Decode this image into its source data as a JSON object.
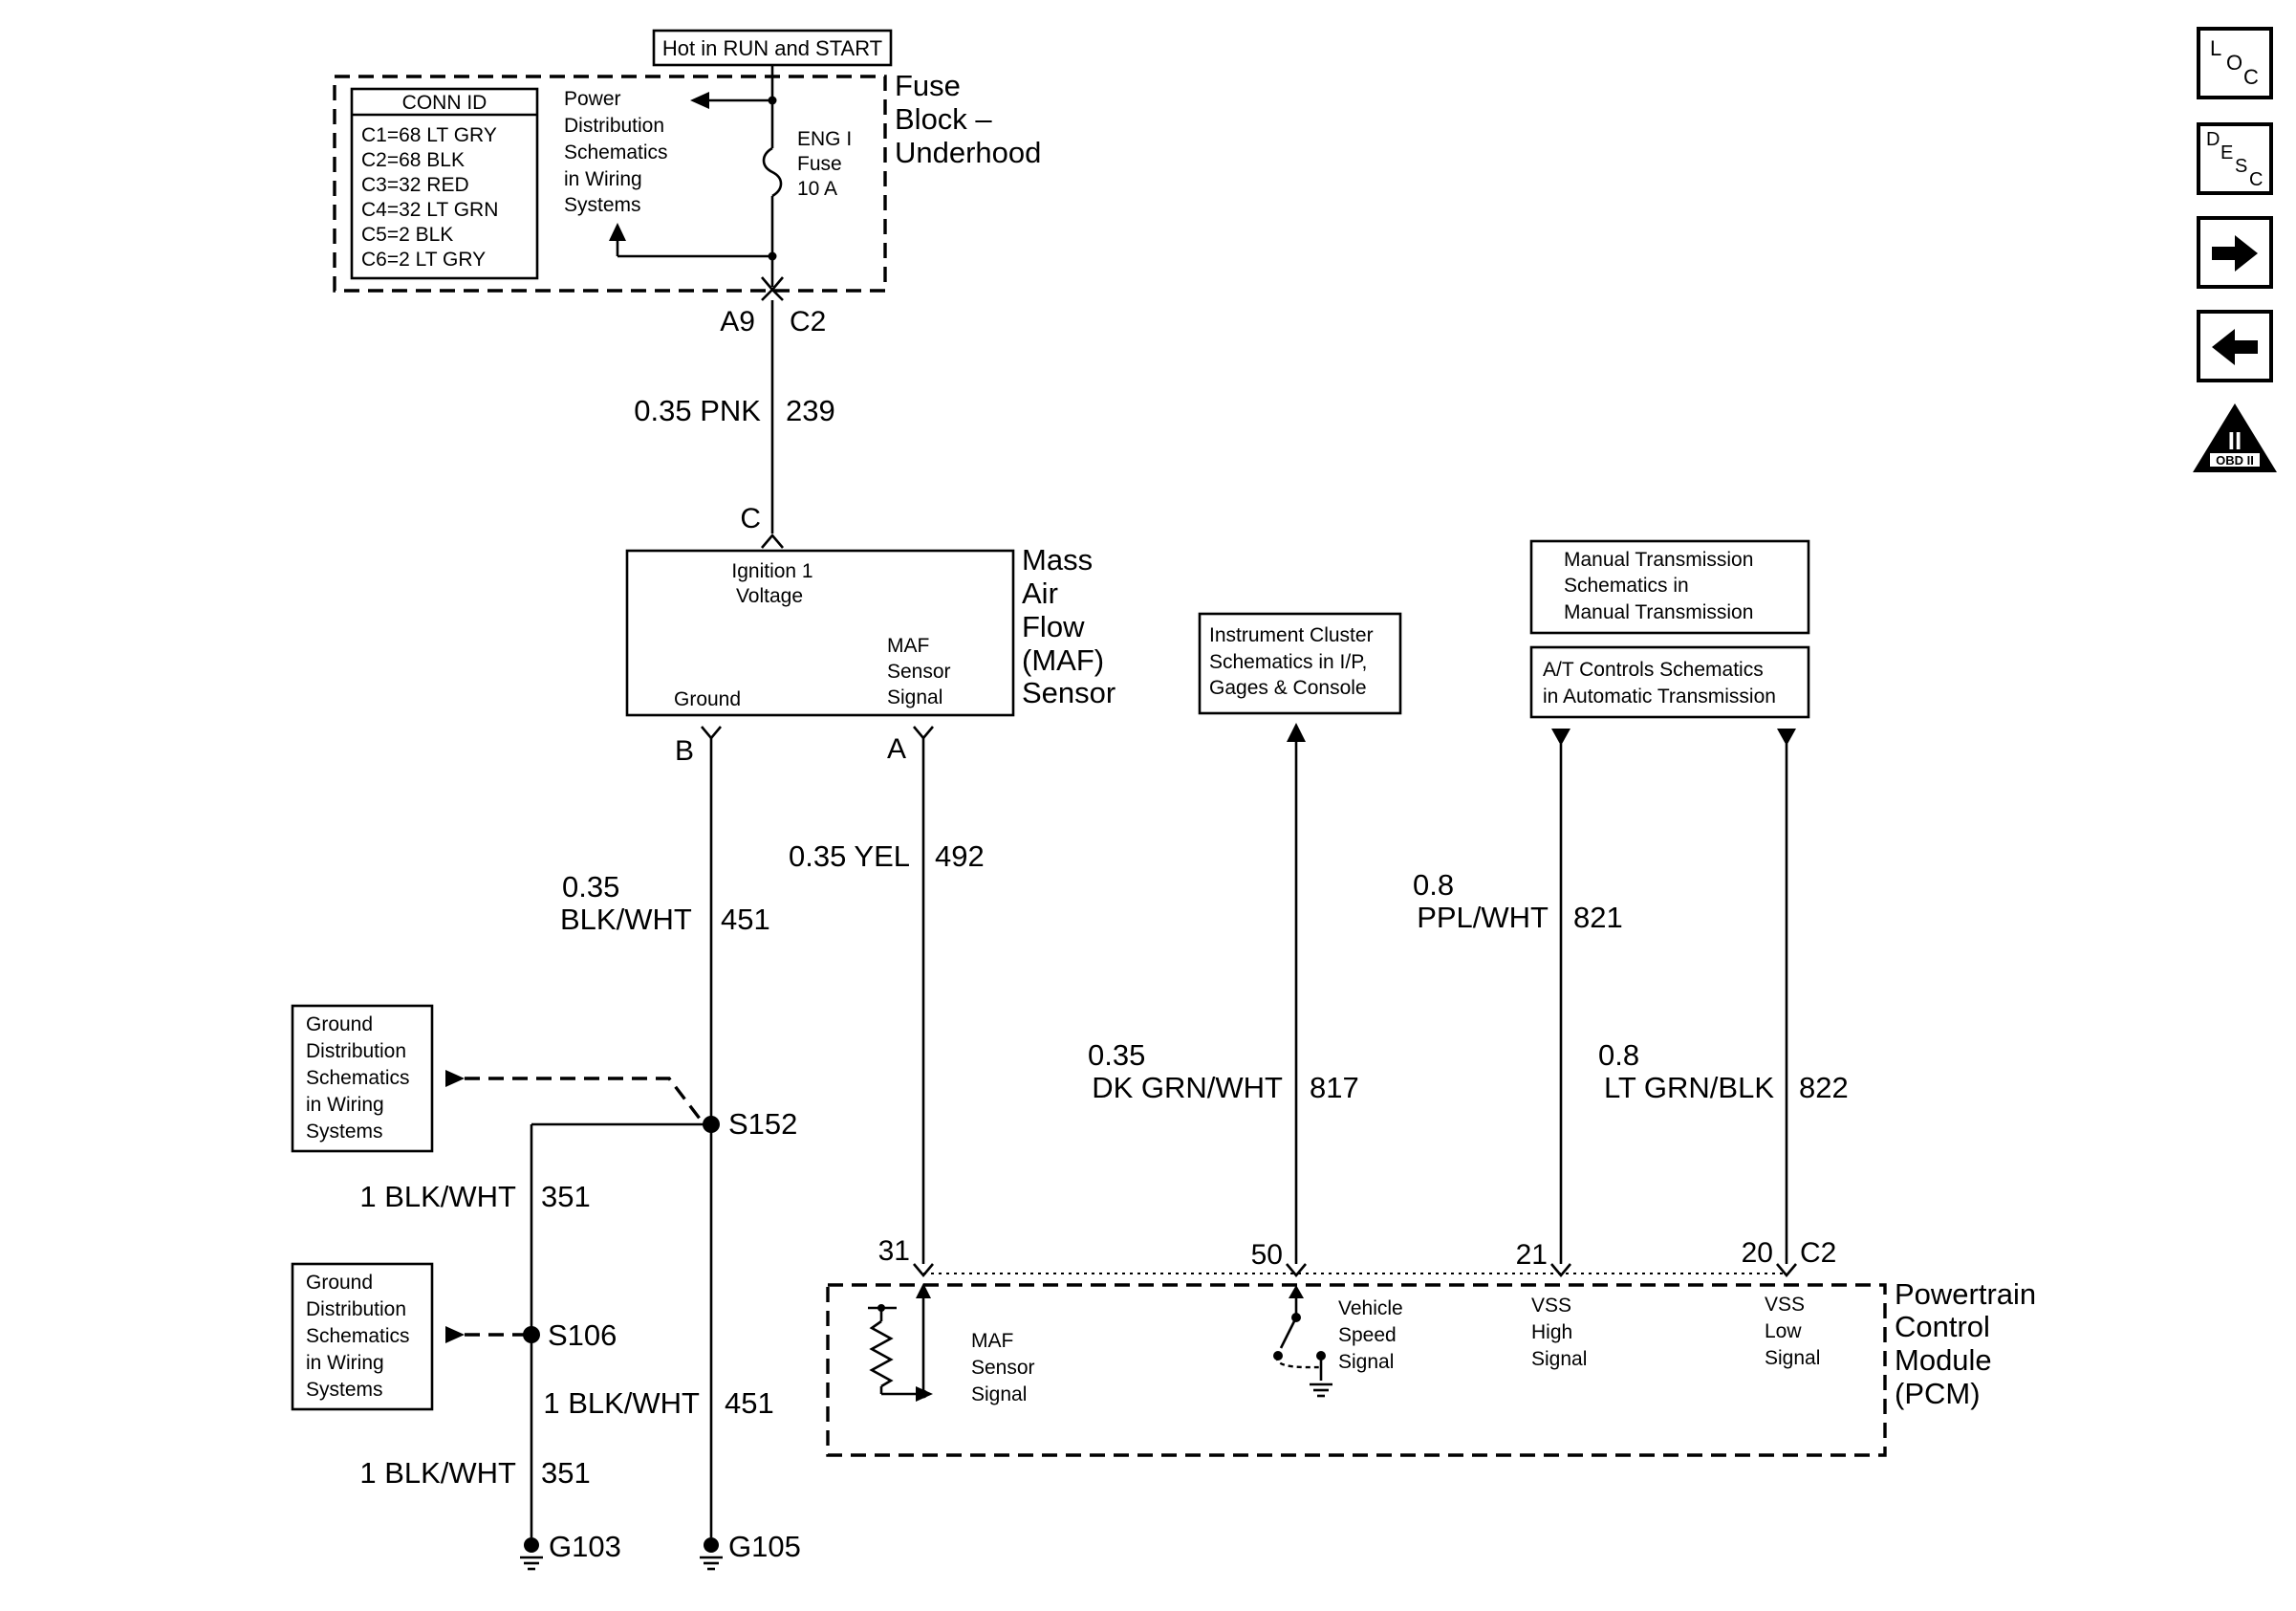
{
  "top_supply": "Hot in RUN and START",
  "fuse_block": {
    "name_lines": [
      "Fuse",
      "Block –",
      "Underhood"
    ],
    "conn_id_title": "CONN ID",
    "conn_ids": [
      "C1=68 LT GRY",
      "C2=68 BLK",
      "C3=32 RED",
      "C4=32 LT GRN",
      "C5=2 BLK",
      "C6=2 LT GRY"
    ],
    "power_ref_lines": [
      "Power",
      "Distribution",
      "Schematics",
      "in Wiring",
      "Systems"
    ],
    "fuse_lines": [
      "ENG I",
      "Fuse",
      "10 A"
    ],
    "pin_left": "A9",
    "pin_right": "C2"
  },
  "wire_239": {
    "gauge_color": "0.35 PNK",
    "circuit": "239"
  },
  "maf_sensor": {
    "connector_pin": "C",
    "name_lines": [
      "Mass",
      "Air",
      "Flow",
      "(MAF)",
      "Sensor"
    ],
    "ignition_lines": [
      "Ignition 1",
      "Voltage"
    ],
    "ground_label": "Ground",
    "signal_lines": [
      "MAF",
      "Sensor",
      "Signal"
    ],
    "pin_b": "B",
    "pin_a": "A"
  },
  "wire_451_top": {
    "gauge": "0.35",
    "color": "BLK/WHT",
    "circuit": "451"
  },
  "wire_492": {
    "gauge_color": "0.35 YEL",
    "circuit": "492"
  },
  "ground_refs": {
    "ref_lines": [
      "Ground",
      "Distribution",
      "Schematics",
      "in Wiring",
      "Systems"
    ],
    "splice_s152": "S152",
    "splice_s106": "S106"
  },
  "wire_351_a": {
    "gauge_color": "1 BLK/WHT",
    "circuit": "351"
  },
  "wire_451_b": {
    "gauge_color": "1 BLK/WHT",
    "circuit": "451"
  },
  "wire_351_b": {
    "gauge_color": "1 BLK/WHT",
    "circuit": "351"
  },
  "grounds": {
    "g103": "G103",
    "g105": "G105"
  },
  "instrument_cluster_lines": [
    "Instrument Cluster",
    "Schematics in I/P,",
    "Gages & Console"
  ],
  "manual_trans_lines": [
    "Manual Transmission",
    "Schematics in",
    "Manual Transmission"
  ],
  "at_controls_lines": [
    "A/T Controls Schematics",
    "in Automatic Transmission"
  ],
  "wire_817": {
    "gauge": "0.35",
    "color": "DK GRN/WHT",
    "circuit": "817"
  },
  "wire_821": {
    "gauge": "0.8",
    "color": "PPL/WHT",
    "circuit": "821"
  },
  "wire_822": {
    "gauge": "0.8",
    "color": "LT GRN/BLK",
    "circuit": "822"
  },
  "pcm": {
    "name_lines": [
      "Powertrain",
      "Control",
      "Module",
      "(PCM)"
    ],
    "pin_31": "31",
    "pin_50": "50",
    "pin_21": "21",
    "pin_20": "20",
    "connector": "C2",
    "maf_signal_lines": [
      "MAF",
      "Sensor",
      "Signal"
    ],
    "vss_signal_lines": [
      "Vehicle",
      "Speed",
      "Signal"
    ],
    "vss_high_lines": [
      "VSS",
      "High",
      "Signal"
    ],
    "vss_low_lines": [
      "VSS",
      "Low",
      "Signal"
    ]
  },
  "nav": {
    "loc": {
      "l": "L",
      "o": "O",
      "c": "C"
    },
    "desc": {
      "d": "D",
      "e": "E",
      "s": "S",
      "c": "C"
    },
    "next_icon": "right-arrow-icon",
    "prev_icon": "left-arrow-icon",
    "obd_numeral": "II",
    "obd_label": "OBD II"
  }
}
